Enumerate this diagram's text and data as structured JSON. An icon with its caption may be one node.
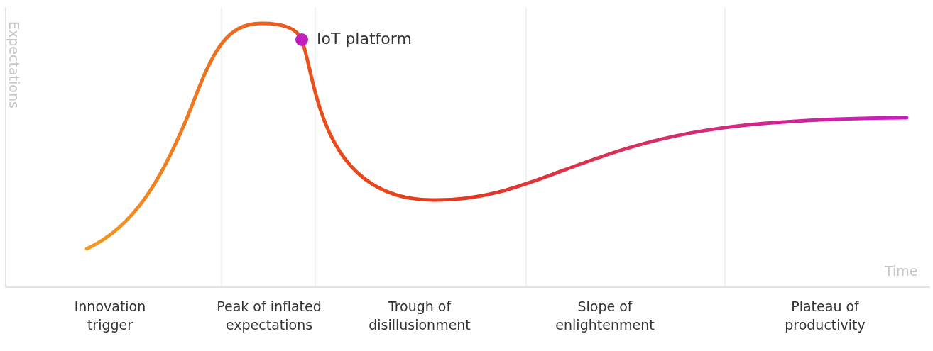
{
  "diagram": {
    "labels": [
      "Expectations",
      "IoT platform",
      "Time",
      "Innovation trigger",
      "Peak of inflated expectations",
      "Trough of disillusionment",
      "Slope of enlightenment",
      "Plateau of productivity"
    ]
  }
}
